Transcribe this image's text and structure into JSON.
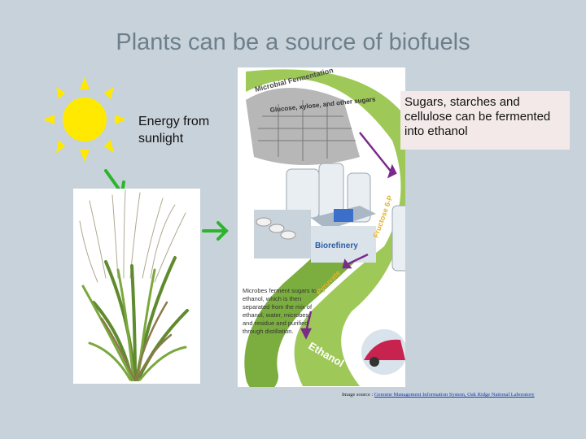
{
  "slide": {
    "title": "Plants can be a source of biofuels",
    "energy_label": "Energy from sunlight",
    "callout_text": "Sugars, starches and cellulose can be fermented into ethanol",
    "source_prefix": "Image source : ",
    "source_link": "Genome Management Information System, Oak Ridge National Laboratory"
  },
  "diagram": {
    "arc_top_label": "Microbial Fermentation",
    "arc_sugars_label": "Glucose, xylose, and other sugars",
    "arc_fructose_label": "Fructose 6-P",
    "arc_pyruvate_label": "Pyruvate",
    "arc_ethanol_label": "Ethanol",
    "building_label": "Biorefinery",
    "microbes_text": "Microbes ferment sugars to ethanol, which is then separated from the mix of ethanol, water, microbes, and residue and purified through distillation."
  },
  "colors": {
    "background": "#c8d2da",
    "title": "#6d7f8c",
    "sun": "#ffe900",
    "arrow": "#2db42d",
    "callout_bg": "#f3e9e9",
    "arc_green": "#8dbf3c",
    "arrow_purple": "#7a2a8a"
  },
  "icons": [
    "sun-icon",
    "arrow-down-right-icon",
    "arrow-right-icon"
  ]
}
